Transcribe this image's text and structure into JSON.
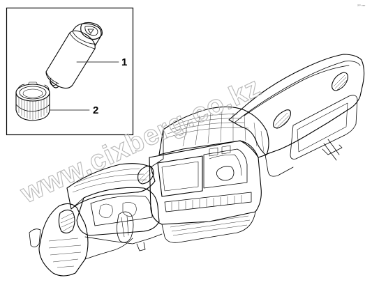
{
  "inset": {
    "callouts": [
      {
        "number": "1",
        "part": "cigarette-lighter-element"
      },
      {
        "number": "2",
        "part": "lighter-socket-housing"
      }
    ]
  },
  "watermark": {
    "text": "www.cixberg.co.kz"
  },
  "reference_mark": {
    "text": "2P ver"
  }
}
